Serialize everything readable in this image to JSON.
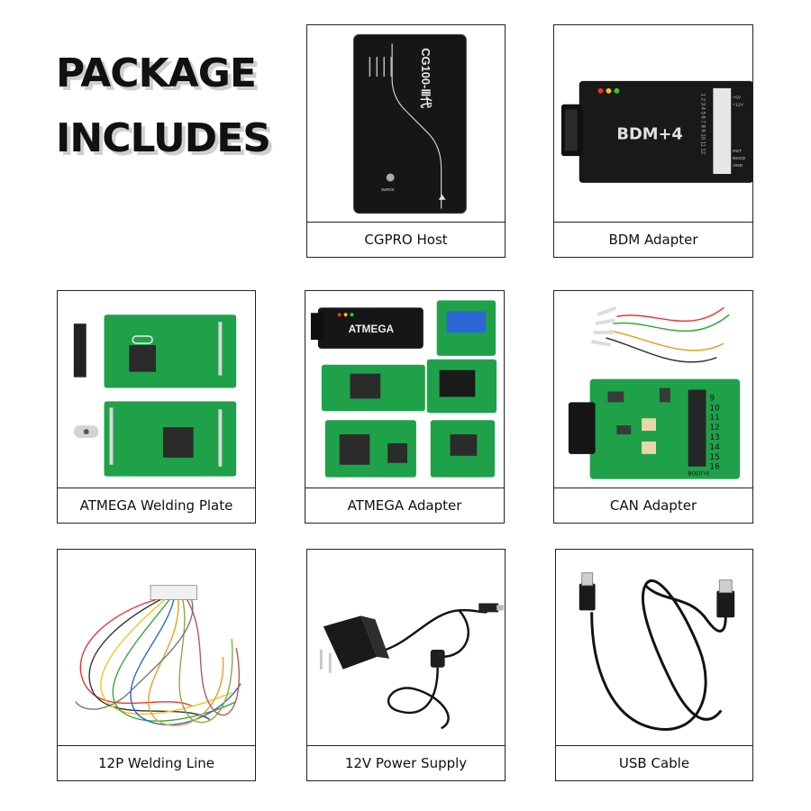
{
  "heading": {
    "line1": "PACKAGE",
    "line2": "INCLUDES"
  },
  "items": [
    {
      "caption": "CGPRO Host",
      "image": "cgpro-host-device",
      "device_text": "CG100-Ⅲ代",
      "button_text": "W/R/S"
    },
    {
      "caption": "BDM Adapter",
      "image": "bdm-adapter-device",
      "device_text": "BDM+4",
      "pin_numbers": "1 2 3 4 5 6 7 8 9 10 11 12",
      "pin_labels": [
        "+5V",
        "+12V",
        "RST",
        "BKGD",
        "GND"
      ]
    },
    {
      "caption": "ATMEGA Welding Plate",
      "image": "atmega-welding-plate-boards"
    },
    {
      "caption": "ATMEGA Adapter",
      "image": "atmega-adapter-boards",
      "device_text": "ATMEGA"
    },
    {
      "caption": "CAN Adapter",
      "image": "can-adapter-board",
      "pin_numbers": [
        "9",
        "10",
        "11",
        "12",
        "13",
        "14",
        "15",
        "16"
      ],
      "pin_label": "BOOT+5"
    },
    {
      "caption": "12P Welding Line",
      "image": "welding-line-wires"
    },
    {
      "caption": "12V Power Supply",
      "image": "power-supply-adapter"
    },
    {
      "caption": "USB Cable",
      "image": "usb-cable"
    }
  ],
  "colors": {
    "pcb": "#1fa14a",
    "device": "#151515",
    "border": "#222222"
  }
}
